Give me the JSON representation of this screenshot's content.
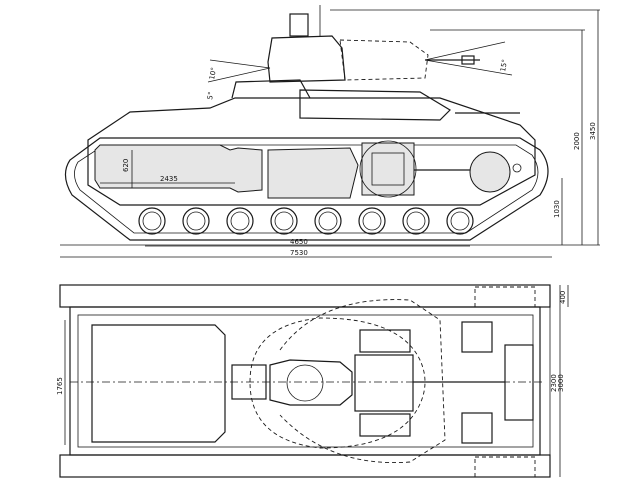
{
  "drawing": {
    "side_view": {
      "dim_overall_length": "7530",
      "dim_track_contact": "4650",
      "dim_engine_length": "2435",
      "dim_engine_height": "620",
      "dim_hull_height": "2000",
      "dim_overall_height": "3450",
      "dim_ground_clearance": "1030",
      "gun_elevation_front": "15°",
      "gun_elevation_rear": "10°",
      "mg_angle": "5°"
    },
    "top_view": {
      "dim_overall_width": "3000",
      "dim_hull_width": "2300",
      "dim_track_offset": "400",
      "dim_inner_length": "1765"
    }
  }
}
